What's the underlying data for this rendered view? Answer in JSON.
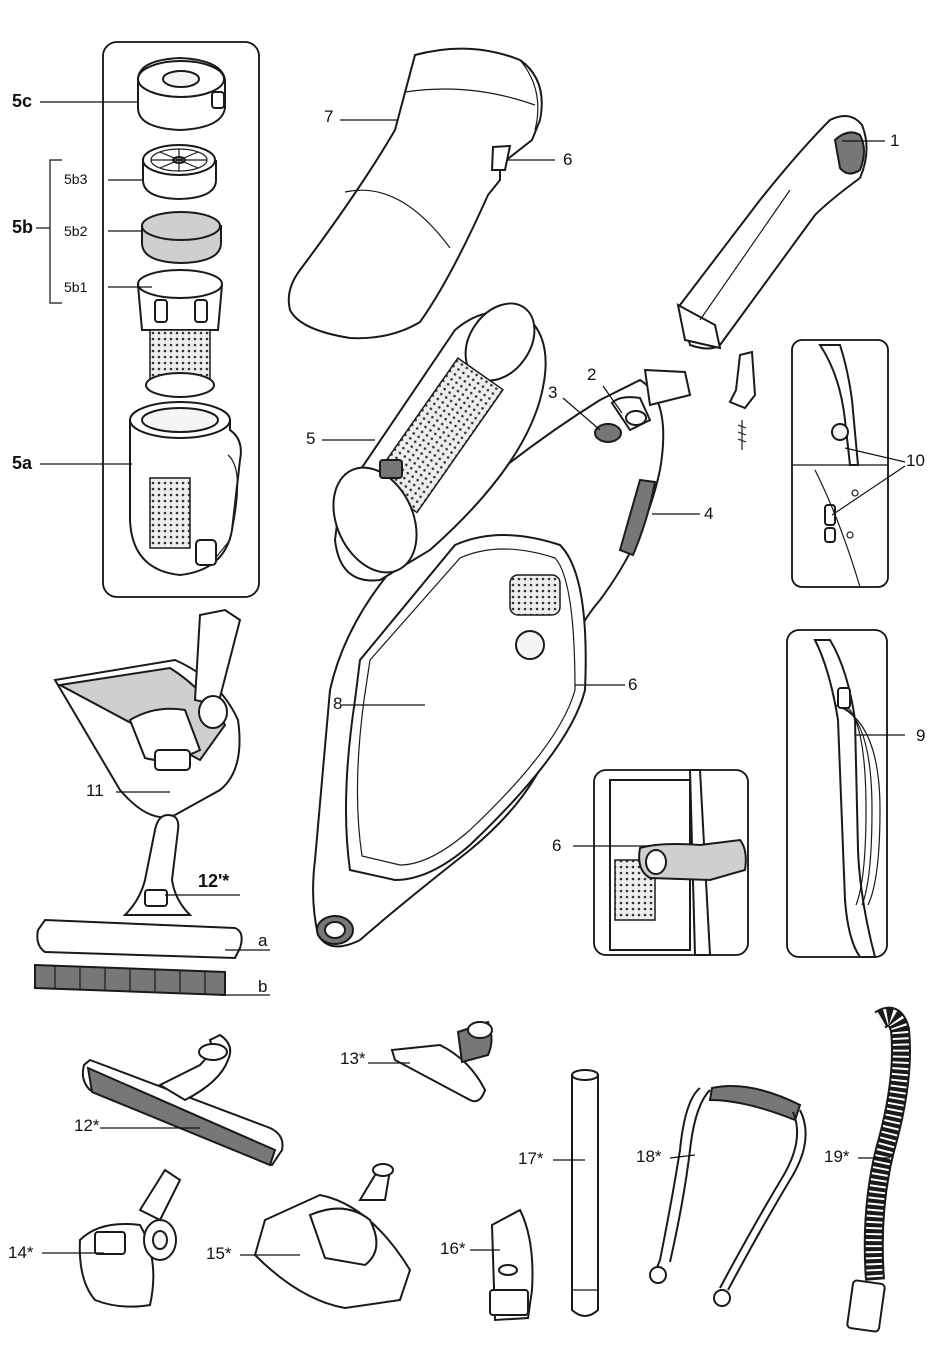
{
  "labels": {
    "l5c": "5c",
    "l5b": "5b",
    "l5b3": "5b3",
    "l5b2": "5b2",
    "l5b1": "5b1",
    "l5a": "5a",
    "l1": "1",
    "l2": "2",
    "l3": "3",
    "l4": "4",
    "l5": "5",
    "l6a": "6",
    "l6b": "6",
    "l6c": "6",
    "l7": "7",
    "l8": "8",
    "l9": "9",
    "l10": "10",
    "l11": "11",
    "l12p": "12'*",
    "la": "a",
    "lb": "b",
    "l12": "12*",
    "l13": "13*",
    "l14": "14*",
    "l15": "15*",
    "l16": "16*",
    "l17": "17*",
    "l18": "18*",
    "l19": "19*"
  }
}
